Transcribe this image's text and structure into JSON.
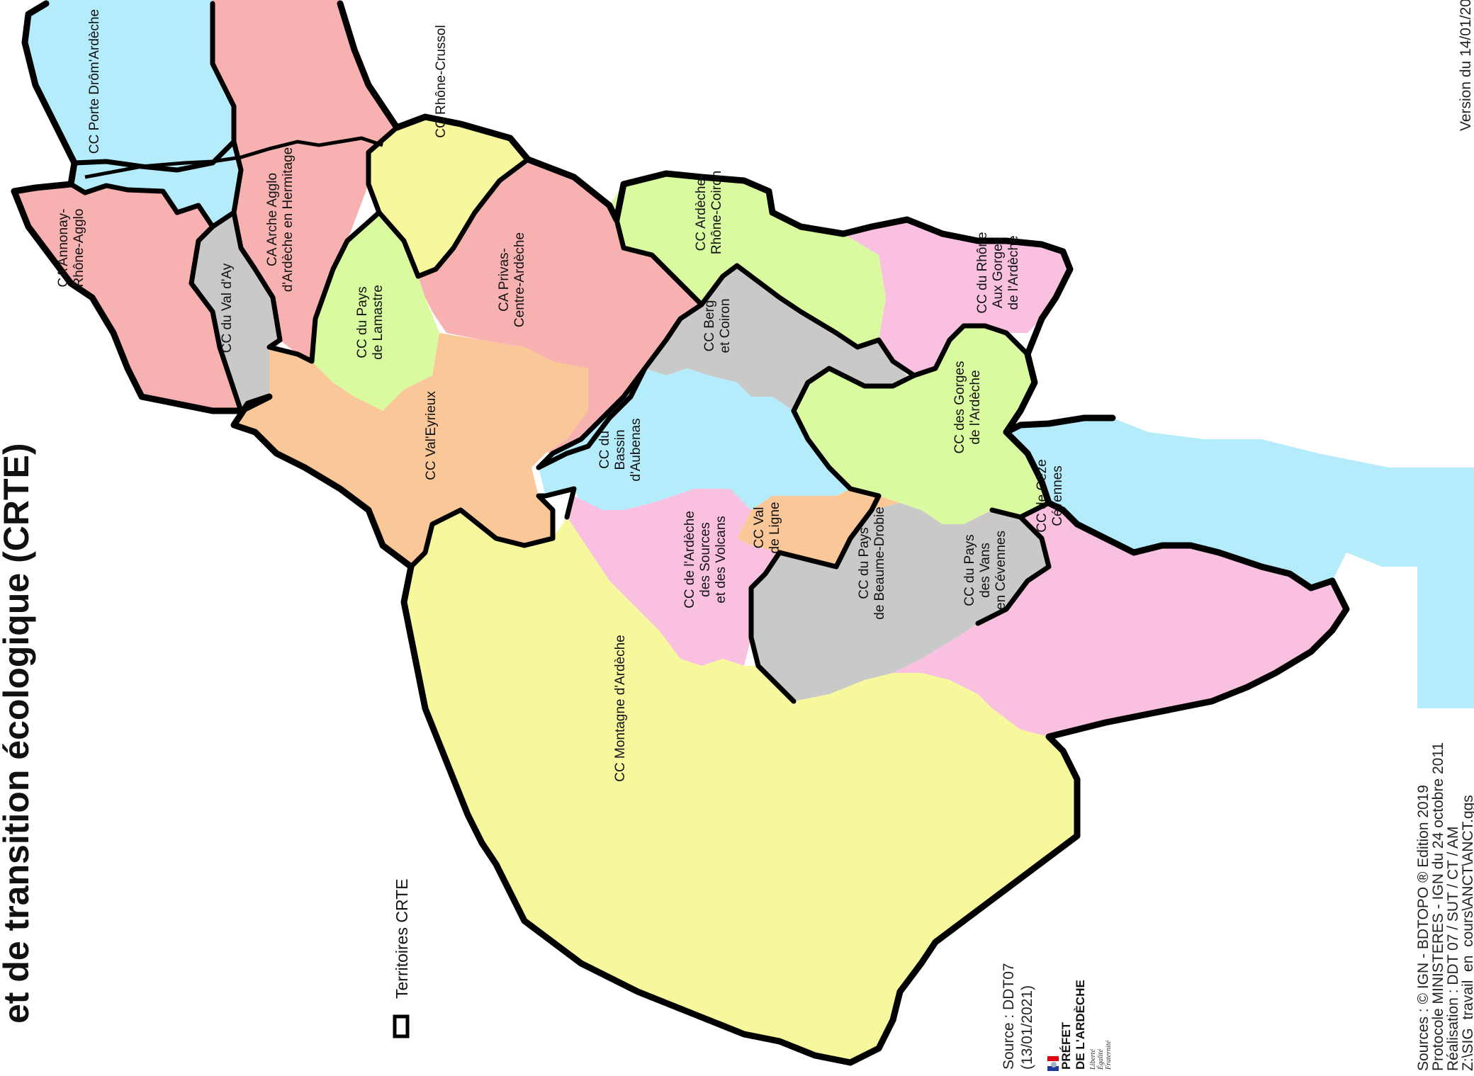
{
  "map": {
    "title": "et de transition écologique (CRTE)",
    "legend": {
      "label": "Territoires CRTE",
      "swatch": "black-outline-rectangle"
    },
    "version": "Version du 14/01/20",
    "source_lines": [
      "Source : DDT07",
      "(13/01/2021)"
    ],
    "credits": [
      "Sources : © IGN - BDTOPO ® Edition 2019",
      "Protocole MINISTERES - IGN du 24 octobre 2011",
      "Réalisation : DDT 07 / SUT / CT / AM",
      "Z:\\SIG_travail_en_cours\\ANCT\\ANCT.qgs"
    ],
    "logo": {
      "icon": "marianne-logo",
      "name_lines": [
        "PRÉFET",
        "DE L'ARDÈCHE"
      ],
      "motto_lines": [
        "Liberté",
        "Égalité",
        "Fraternité"
      ]
    },
    "colors": {
      "blue": "#b4ecfb",
      "red": "#f8b1b1",
      "yellow": "#f7f79e",
      "green": "#d9fa9f",
      "gray": "#c9c9c9",
      "orange": "#fac898",
      "pink": "#f9c1df",
      "border": "#000000"
    },
    "territories": [
      {
        "id": "porte-drom",
        "lines": [
          "CC Porte Drôm'Ardèche"
        ]
      },
      {
        "id": "arche-agglo",
        "lines": [
          "CA Arche Agglo",
          "d'Ardèche en Hermitage"
        ]
      },
      {
        "id": "rhone-crussol",
        "lines": [
          "CC Rhône-Crussol"
        ]
      },
      {
        "id": "annonay",
        "lines": [
          "CA Annonay-",
          "Rhône-Agglo"
        ]
      },
      {
        "id": "val-ay",
        "lines": [
          "CC du Val d'Ay"
        ]
      },
      {
        "id": "lamastre",
        "lines": [
          "CC du Pays",
          "de Lamastre"
        ]
      },
      {
        "id": "privas",
        "lines": [
          "CA Privas-",
          "Centre-Ardèche"
        ]
      },
      {
        "id": "rhone-coiron",
        "lines": [
          "CC Ardèche-",
          "Rhône-Coiron"
        ]
      },
      {
        "id": "rhone-gorges",
        "lines": [
          "CC du Rhône",
          "Aux Gorges",
          "de l'Ardèche"
        ]
      },
      {
        "id": "berg-coiron",
        "lines": [
          "CC Berg",
          "et Coiron"
        ]
      },
      {
        "id": "val-eyrieux",
        "lines": [
          "CC Val'Eyrieux"
        ]
      },
      {
        "id": "aubenas",
        "lines": [
          "CC du",
          "Bassin",
          "d'Aubenas"
        ]
      },
      {
        "id": "gorges-ardeche",
        "lines": [
          "CC des Gorges",
          "de l'Ardèche"
        ]
      },
      {
        "id": "ceze",
        "lines": [
          "CC de Cèze",
          "Cévennes"
        ]
      },
      {
        "id": "val-ligne",
        "lines": [
          "CC Val",
          "de Ligne"
        ]
      },
      {
        "id": "sources-volcans",
        "lines": [
          "CC de l'Ardèche",
          "des Sources",
          "et des Volcans"
        ]
      },
      {
        "id": "beaume-drobie",
        "lines": [
          "CC du Pays",
          "de Beaume-Drobie"
        ]
      },
      {
        "id": "vans",
        "lines": [
          "CC du Pays",
          "des Vans",
          "en Cévennes"
        ]
      },
      {
        "id": "montagne",
        "lines": [
          "CC Montagne d'Ardèche"
        ]
      }
    ]
  }
}
